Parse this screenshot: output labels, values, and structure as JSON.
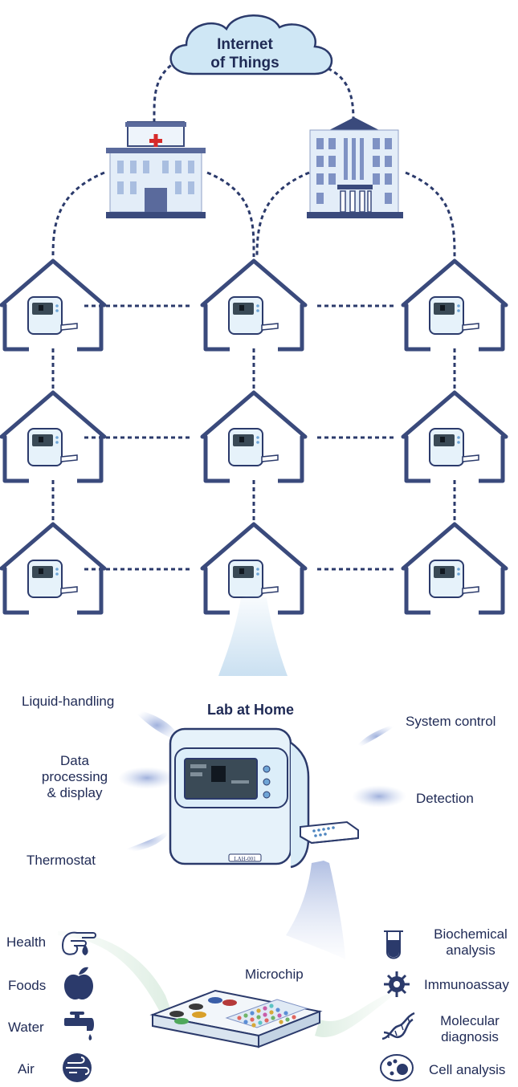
{
  "cloud": {
    "line1": "Internet",
    "line2": "of Things"
  },
  "device": {
    "label": "Lab at Home",
    "badge": "LAH-001"
  },
  "functions": {
    "liquid": "Liquid-handling",
    "data1": "Data",
    "data2": "processing",
    "data3": "& display",
    "thermostat": "Thermostat",
    "system": "System control",
    "detection": "Detection"
  },
  "microchip": "Microchip",
  "samples": [
    "Health",
    "Foods",
    "Water",
    "Air"
  ],
  "applications": {
    "bio1": "Biochemical",
    "bio2": "analysis",
    "immuno": "Immunoassay",
    "mol1": "Molecular",
    "mol2": "diagnosis",
    "cell": "Cell analysis"
  },
  "icons": {
    "cloud": "cloud-icon",
    "hospital": "hospital-icon",
    "building": "institution-building-icon",
    "house": "house-icon",
    "device": "lab-device-icon",
    "health": "hand-drop-icon",
    "foods": "apple-icon",
    "water": "faucet-icon",
    "air": "wind-icon",
    "tube": "test-tube-icon",
    "virus": "virus-icon",
    "dna": "dna-icon",
    "cell": "cell-icon"
  },
  "colors": {
    "navy": "#1f2a55",
    "line": "#2b3a6b",
    "cloud": "#cfe7f5",
    "house": "#3a4a7c",
    "device": "#e6f2fa",
    "screen": "#3a4a56"
  }
}
